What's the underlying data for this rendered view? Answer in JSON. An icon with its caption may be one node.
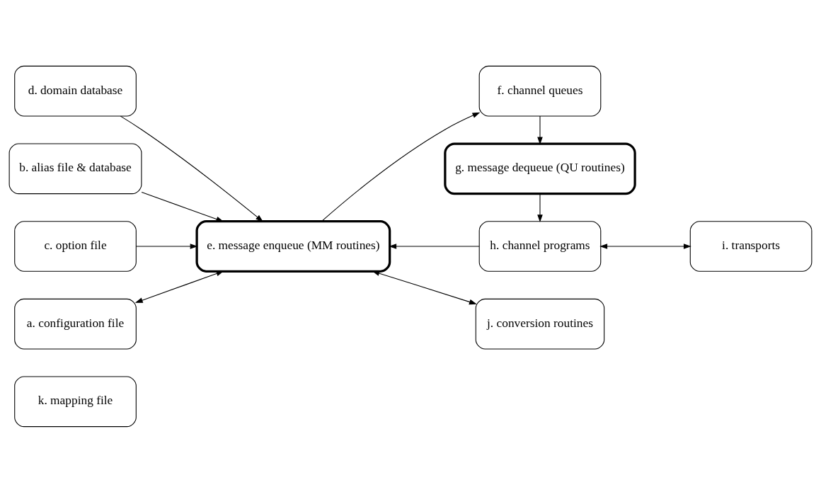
{
  "diagram": {
    "nodes": [
      {
        "text": [
          "d. domain database"
        ]
      },
      {
        "text": [
          "h. channel programs"
        ]
      },
      {
        "text": [
          "i. transports"
        ]
      },
      {
        "text": [
          "b. alias file & database"
        ]
      },
      {
        "text": [
          "g. message dequeue (QU routines)"
        ]
      },
      {
        "text": [
          "c. option file"
        ]
      },
      {
        "text": [
          "f. channel queues"
        ]
      },
      {
        "text": [
          "a. configuration file"
        ]
      },
      {
        "text": [
          "e. message enqueue (MM routines)"
        ]
      },
      {
        "text": [
          "j. conversion routines"
        ]
      },
      {
        "text": [
          "k. mapping file"
        ]
      }
    ],
    "edges": [
      {
        "from": 0,
        "to": 8,
        "arrow": "to"
      },
      {
        "from": 3,
        "to": 8,
        "arrow": "to"
      },
      {
        "from": 5,
        "to": 8,
        "arrow": "to"
      },
      {
        "from": 1,
        "to": 8,
        "arrow": "to"
      },
      {
        "from": 7,
        "to": 8,
        "arrow": "both"
      },
      {
        "from": 8,
        "to": 6,
        "arrow": "to"
      },
      {
        "from": 6,
        "to": 4,
        "arrow": "to"
      },
      {
        "from": 4,
        "to": 1,
        "arrow": "to"
      },
      {
        "from": 1,
        "to": 2,
        "arrow": "both"
      },
      {
        "from": 8,
        "to": 9,
        "arrow": "both"
      }
    ]
  }
}
